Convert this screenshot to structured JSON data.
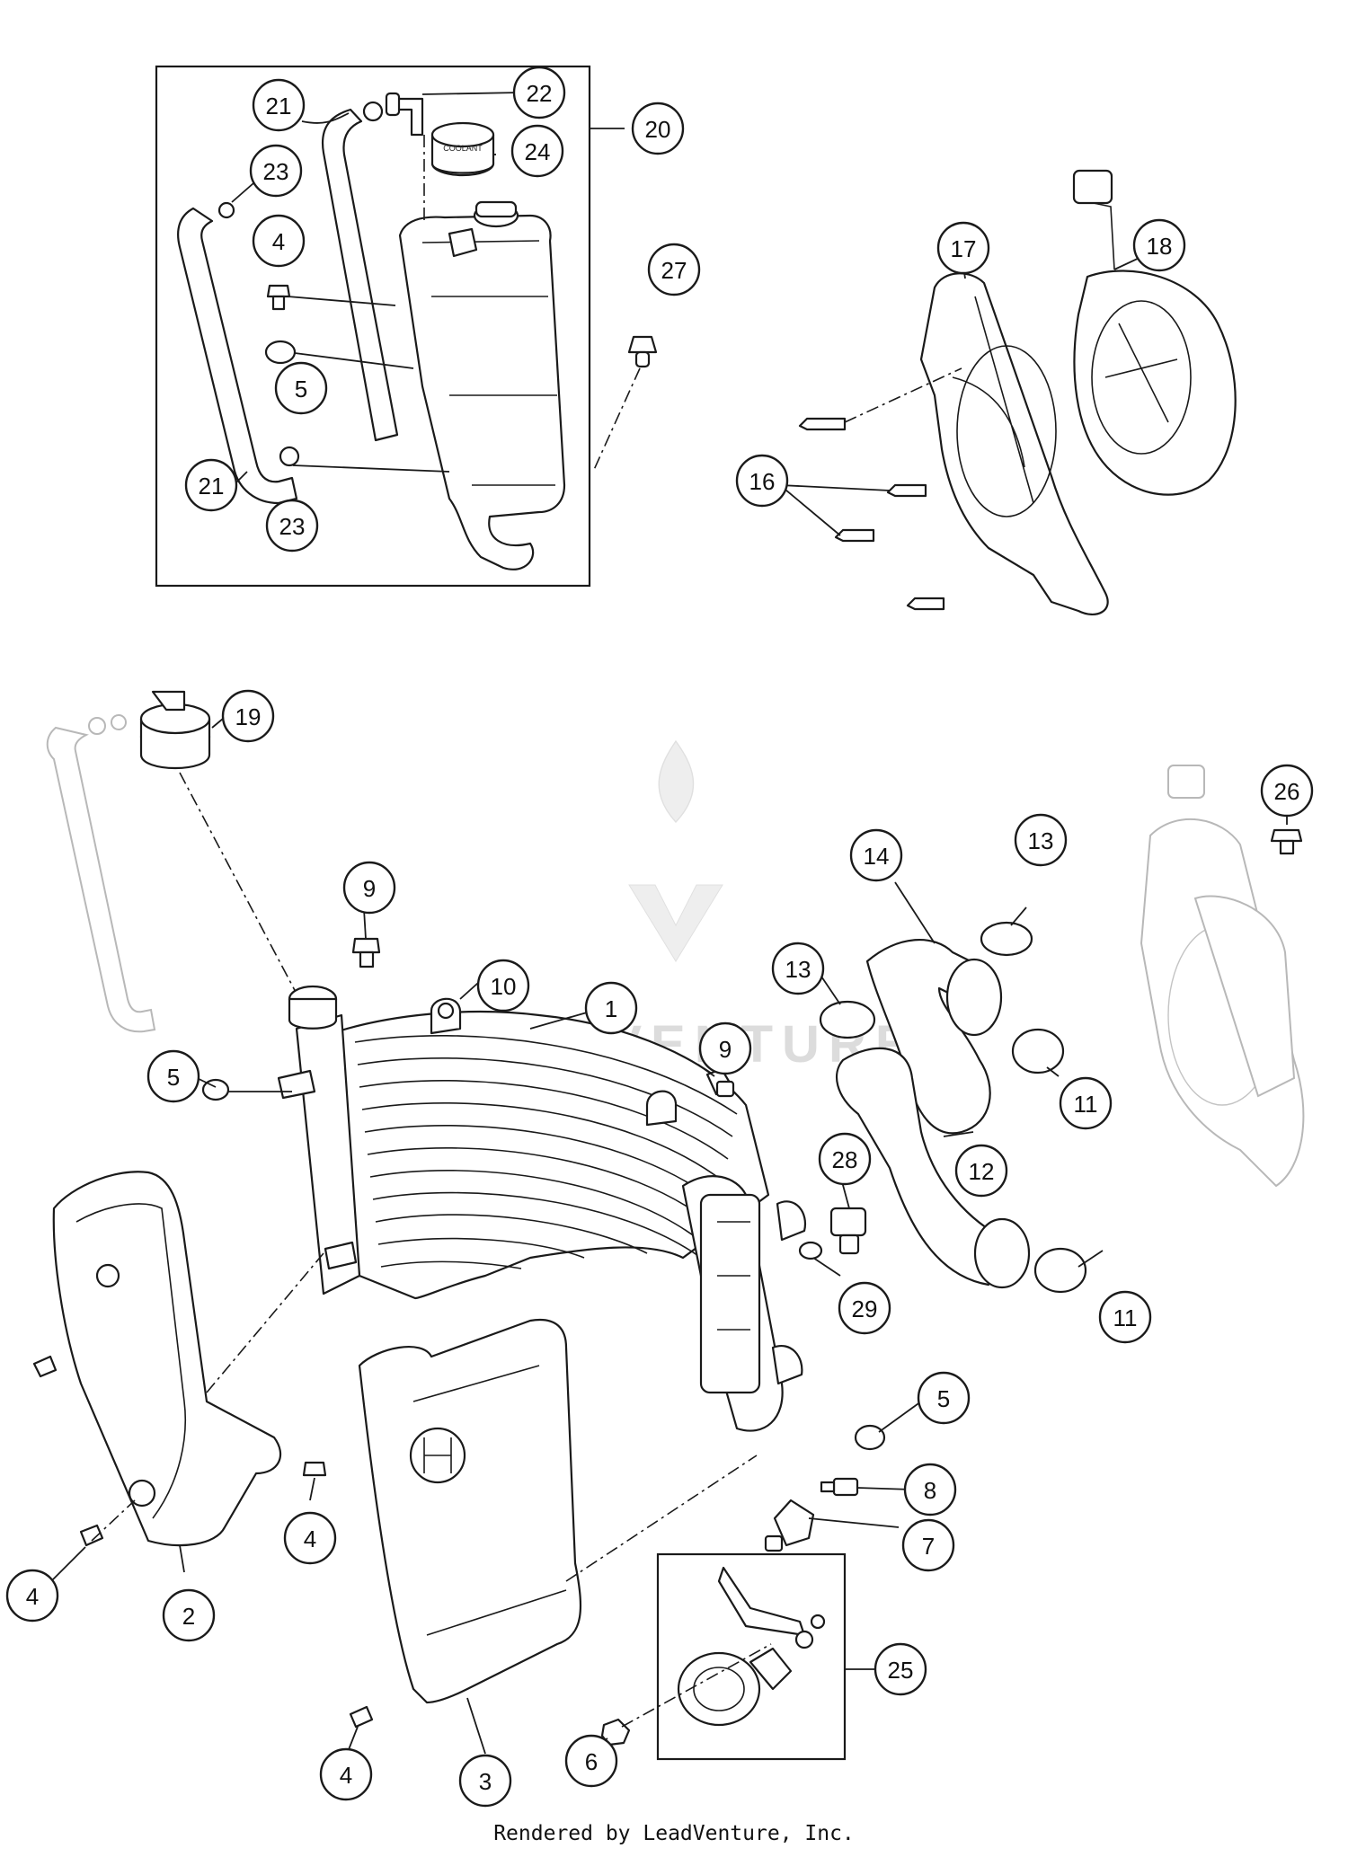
{
  "watermark": {
    "brand": "LEADVENTURE"
  },
  "cap_label": "COOLANT",
  "footer": {
    "credit": "Rendered by LeadVenture, Inc."
  },
  "callouts": [
    {
      "id": "c21a",
      "label": "21"
    },
    {
      "id": "c22",
      "label": "22"
    },
    {
      "id": "c20",
      "label": "20"
    },
    {
      "id": "c23a",
      "label": "23"
    },
    {
      "id": "c24",
      "label": "24"
    },
    {
      "id": "c4a",
      "label": "4"
    },
    {
      "id": "c27",
      "label": "27"
    },
    {
      "id": "c5a",
      "label": "5"
    },
    {
      "id": "c21b",
      "label": "21"
    },
    {
      "id": "c23b",
      "label": "23"
    },
    {
      "id": "c17",
      "label": "17"
    },
    {
      "id": "c18",
      "label": "18"
    },
    {
      "id": "c16",
      "label": "16"
    },
    {
      "id": "c19",
      "label": "19"
    },
    {
      "id": "c26",
      "label": "26"
    },
    {
      "id": "c13a",
      "label": "13"
    },
    {
      "id": "c14",
      "label": "14"
    },
    {
      "id": "c9a",
      "label": "9"
    },
    {
      "id": "c10",
      "label": "10"
    },
    {
      "id": "c1",
      "label": "1"
    },
    {
      "id": "c13b",
      "label": "13"
    },
    {
      "id": "c9b",
      "label": "9"
    },
    {
      "id": "c5b",
      "label": "5"
    },
    {
      "id": "c11a",
      "label": "11"
    },
    {
      "id": "c28",
      "label": "28"
    },
    {
      "id": "c12",
      "label": "12"
    },
    {
      "id": "c29",
      "label": "29"
    },
    {
      "id": "c11b",
      "label": "11"
    },
    {
      "id": "c5c",
      "label": "5"
    },
    {
      "id": "c8",
      "label": "8"
    },
    {
      "id": "c4b",
      "label": "4"
    },
    {
      "id": "c7",
      "label": "7"
    },
    {
      "id": "c4c",
      "label": "4"
    },
    {
      "id": "c2",
      "label": "2"
    },
    {
      "id": "c25",
      "label": "25"
    },
    {
      "id": "c4d",
      "label": "4"
    },
    {
      "id": "c3",
      "label": "3"
    },
    {
      "id": "c6",
      "label": "6"
    }
  ]
}
